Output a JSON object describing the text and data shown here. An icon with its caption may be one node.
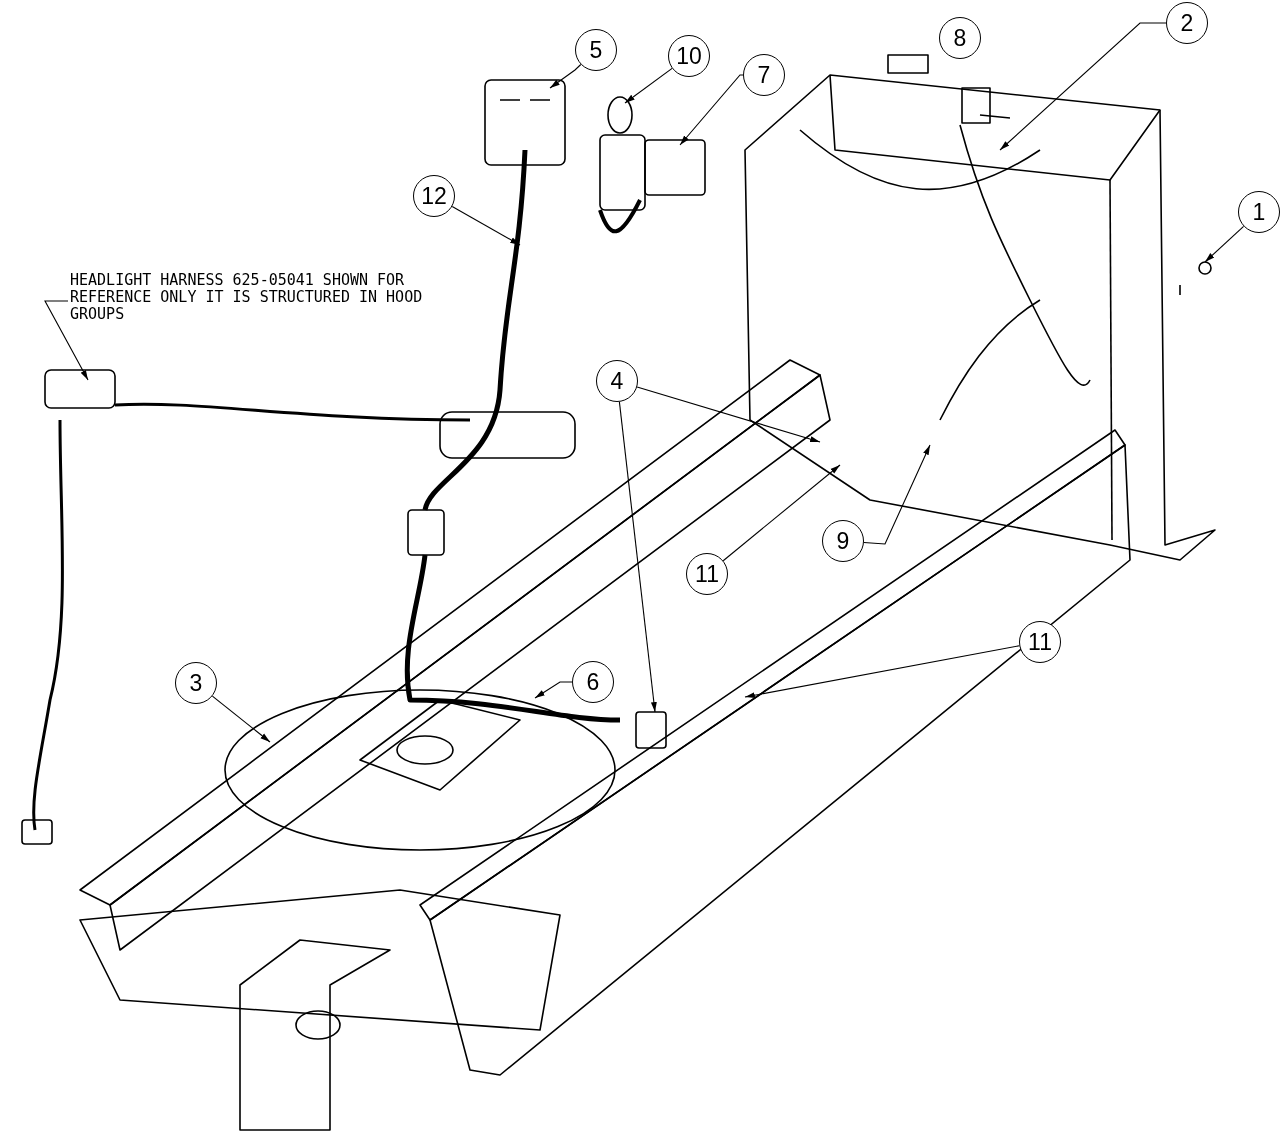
{
  "diagram": {
    "nodes": [
      {
        "text": [
          "HEADLIGHT HARNESS 625-05041 SHOWN FOR REFERENCE ONLY IT IS STRUCTURED IN HOOD GROUPS"
        ]
      },
      {
        "text": [
          "5"
        ]
      },
      {
        "text": [
          "10"
        ]
      },
      {
        "text": [
          "7"
        ]
      },
      {
        "text": [
          "8"
        ]
      },
      {
        "text": [
          "2"
        ]
      },
      {
        "text": [
          "12"
        ]
      },
      {
        "text": [
          "1"
        ]
      },
      {
        "text": [
          "4"
        ]
      },
      {
        "text": [
          "11"
        ]
      },
      {
        "text": [
          "9"
        ]
      },
      {
        "text": [
          "11"
        ]
      },
      {
        "text": [
          "3"
        ]
      },
      {
        "text": [
          "6"
        ]
      }
    ],
    "edges": [
      {
        "from": 0,
        "to": null,
        "arrow": "to"
      },
      {
        "from": 1,
        "to": null,
        "arrow": "to"
      },
      {
        "from": 2,
        "to": null,
        "arrow": "to"
      },
      {
        "from": 3,
        "to": null,
        "arrow": "to"
      },
      {
        "from": 5,
        "to": null,
        "arrow": "to"
      },
      {
        "from": 6,
        "to": null,
        "arrow": "to"
      },
      {
        "from": 7,
        "to": null,
        "arrow": "to"
      },
      {
        "from": 8,
        "to": null,
        "arrow": "to"
      },
      {
        "from": 8,
        "to": null,
        "arrow": "to"
      },
      {
        "from": 9,
        "to": null,
        "arrow": "to"
      },
      {
        "from": 10,
        "to": null,
        "arrow": "to"
      },
      {
        "from": 11,
        "to": null,
        "arrow": "to"
      },
      {
        "from": 12,
        "to": null,
        "arrow": "to"
      },
      {
        "from": 13,
        "to": null,
        "arrow": "to"
      }
    ]
  }
}
